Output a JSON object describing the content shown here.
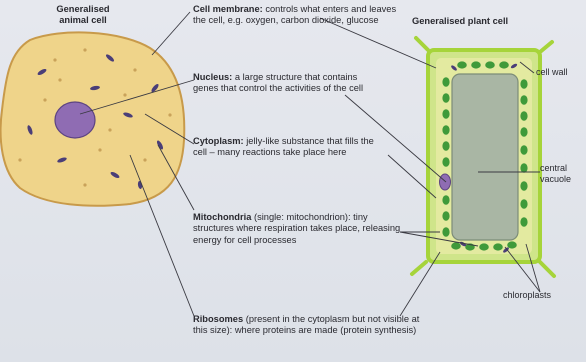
{
  "animal_cell": {
    "title": "Generalised animal cell",
    "cell_color": "#f0d58a",
    "nucleus_color": "#8f6cb3"
  },
  "plant_cell": {
    "title": "Generalised plant cell",
    "wall_color": "#a6d43a",
    "vacuole_color": "#a9b6a4",
    "chloroplast_color": "#3f9a3a"
  },
  "labels": {
    "cell_membrane": {
      "term": "Cell membrane:",
      "text": "controls what enters and leaves the cell, e.g. oxygen, carbon dioxide, glucose"
    },
    "nucleus": {
      "term": "Nucleus:",
      "text": "a large structure that contains genes that control the activities of the cell"
    },
    "cytoplasm": {
      "term": "Cytoplasm:",
      "text": "jelly-like substance that fills the cell – many reactions take place here"
    },
    "mitochondria": {
      "term": "Mitochondria",
      "text": "(single: mitochondrion): tiny structures where respiration takes place, releasing energy for cell processes"
    },
    "ribosomes": {
      "term": "Ribosomes",
      "text": "(present in the cytoplasm but not visible at this size): where proteins are made (protein synthesis)"
    }
  },
  "side_labels": {
    "cell_wall": "cell wall",
    "central_vacuole": "central vacuole",
    "chloroplasts": "chloroplasts"
  }
}
